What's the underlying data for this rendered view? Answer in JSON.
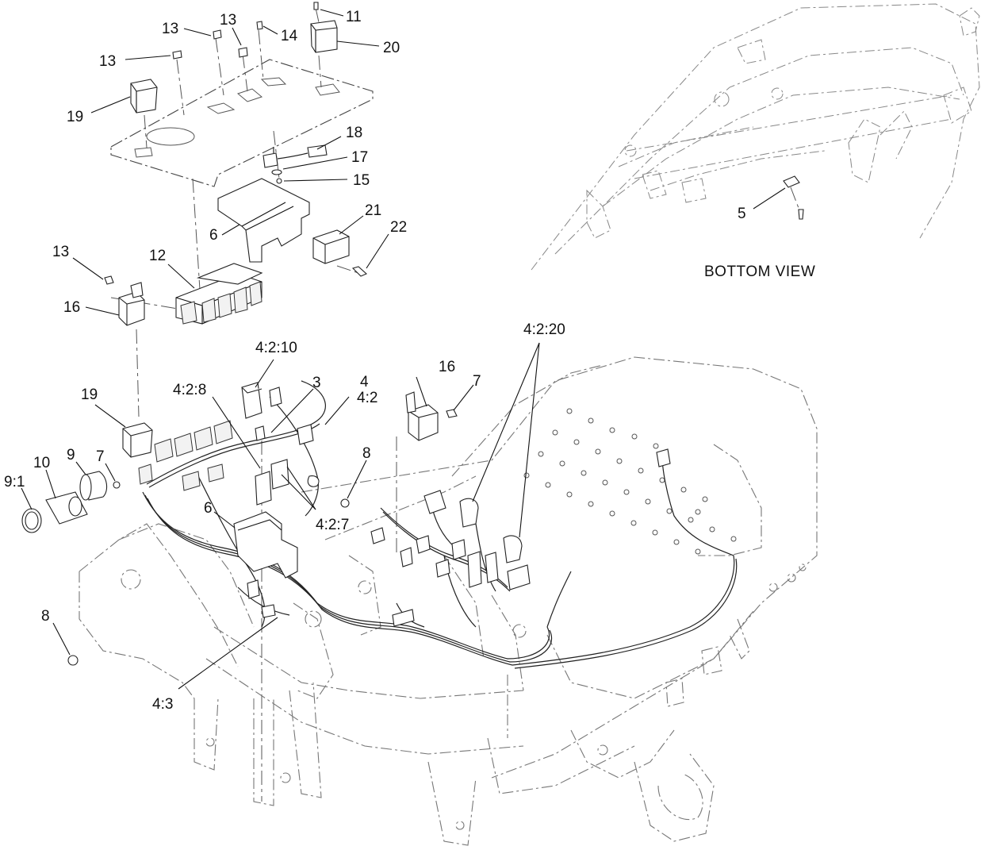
{
  "view_label": "BOTTOM VIEW",
  "callouts": {
    "c11": "11",
    "c20_top": "20",
    "c14": "14",
    "c13_a": "13",
    "c13_b": "13",
    "c13_c": "13",
    "c19_top": "19",
    "c18": "18",
    "c17": "17",
    "c15": "15",
    "c21": "21",
    "c22": "22",
    "c6_top": "6",
    "c13_d": "13",
    "c12": "12",
    "c16_left": "16",
    "c5": "5",
    "c4_2_20": "4:2:20",
    "c4_2_10": "4:2:10",
    "c4_2_8": "4:2:8",
    "c3": "3",
    "c4": "4",
    "c4_2": "4:2",
    "c16_right": "16",
    "c7_right": "7",
    "c19_bottom": "19",
    "c9_1": "9:1",
    "c10": "10",
    "c9": "9",
    "c7_left": "7",
    "c8_mid": "8",
    "c4_2_7": "4:2:7",
    "c6_bottom": "6",
    "c8_left": "8",
    "c4_3": "4:3"
  }
}
